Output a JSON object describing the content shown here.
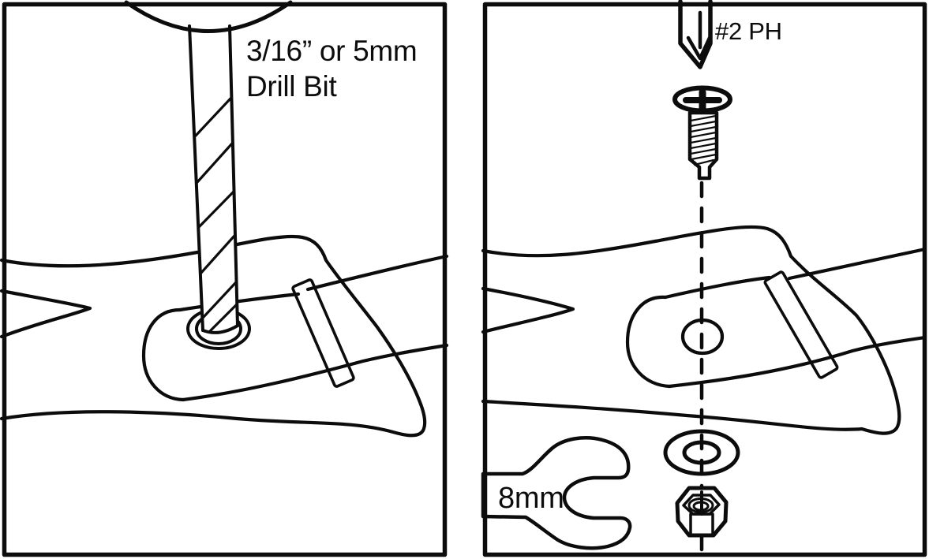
{
  "colors": {
    "line": "#0c0c0c",
    "background": "#ffffff"
  },
  "panels": {
    "left": {
      "name": "drill-pilot-hole-step",
      "drill_label": {
        "line1": "3/16” or 5mm",
        "line2": "Drill Bit"
      },
      "icons": [
        "drill-chuck-icon",
        "drill-bit-icon",
        "frame-strap-icon",
        "mounting-pad-icon",
        "grommet-hole-icon",
        "mounting-slot-icon"
      ]
    },
    "right": {
      "name": "fasten-screw-step",
      "driver_label": "#2 PH",
      "wrench_label": "8mm",
      "icons": [
        "screwdriver-bit-icon",
        "arrow-down-icon",
        "phillips-screw-icon",
        "center-dashed-line-icon",
        "frame-strap-icon",
        "mounting-pad-icon",
        "pilot-hole-icon",
        "mounting-slot-icon",
        "washer-icon",
        "lock-nut-icon",
        "open-end-wrench-icon"
      ]
    }
  }
}
